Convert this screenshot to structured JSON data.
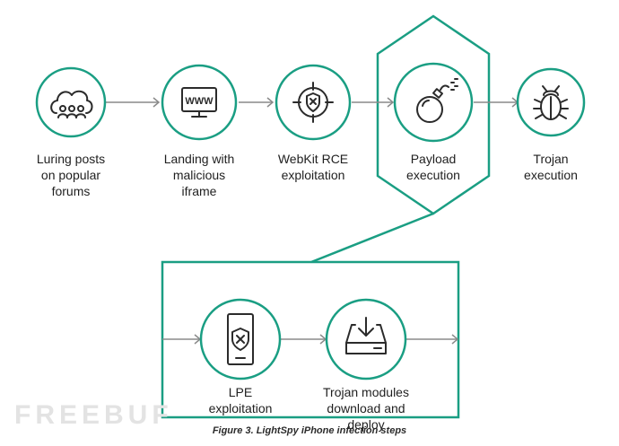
{
  "steps": {
    "luring": "Luring posts\non popular\nforums",
    "landing": "Landing with\nmalicious\niframe",
    "webkit": "WebKit RCE\nexploitation",
    "payload": "Payload\nexecution",
    "trojan": "Trojan\nexecution",
    "lpe": "LPE\nexploitation",
    "modules": "Trojan modules\ndownload and deploy"
  },
  "icons": {
    "luring": "cloud-users-icon",
    "landing": "www-monitor-icon",
    "webkit": "crosshair-shield-icon",
    "payload": "bomb-icon",
    "trojan": "bug-icon",
    "lpe": "phone-shield-icon",
    "modules": "download-drive-icon"
  },
  "screen_text": "WWW",
  "caption": "Figure 3. LightSpy iPhone infection steps",
  "watermark": "FREEBUF",
  "colors": {
    "accent": "#1a9e83",
    "text": "#1f1f1f",
    "icon": "#2b2b2b",
    "arrow": "#8a8a8a"
  }
}
